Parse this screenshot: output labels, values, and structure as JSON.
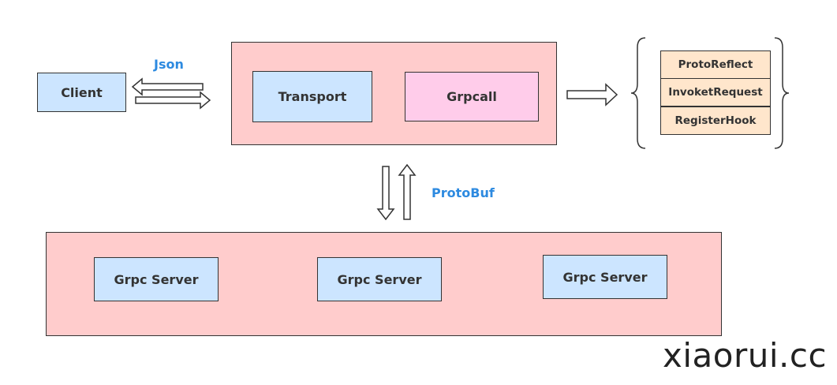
{
  "nodes": {
    "client": "Client",
    "transport": "Transport",
    "grpcall": "Grpcall",
    "servers": [
      "Grpc Server",
      "Grpc Server",
      "Grpc Server"
    ]
  },
  "stack": [
    "ProtoReflect",
    "InvoketRequest",
    "RegisterHook"
  ],
  "edges": {
    "client_gateway": "Json",
    "gateway_servers": "ProtoBuf"
  },
  "watermark": "xiaorui.cc",
  "colors": {
    "container_fill": "#ffcccc",
    "node_blue": "#cce5ff",
    "node_pink": "#ffccea",
    "stack_fill": "#ffe6cc",
    "label_blue": "#2d8ae0",
    "stroke": "#333333"
  }
}
